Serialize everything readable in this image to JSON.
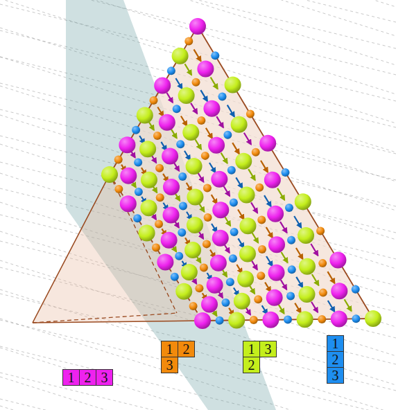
{
  "diagram": {
    "nodes": [
      {
        "text": [
          "1",
          "2",
          "3"
        ]
      },
      {
        "text": [
          "1",
          "2",
          "3"
        ]
      },
      {
        "text": [
          "1",
          "3",
          "2"
        ]
      },
      {
        "text": [
          "1",
          "2",
          "3"
        ]
      }
    ]
  }
}
